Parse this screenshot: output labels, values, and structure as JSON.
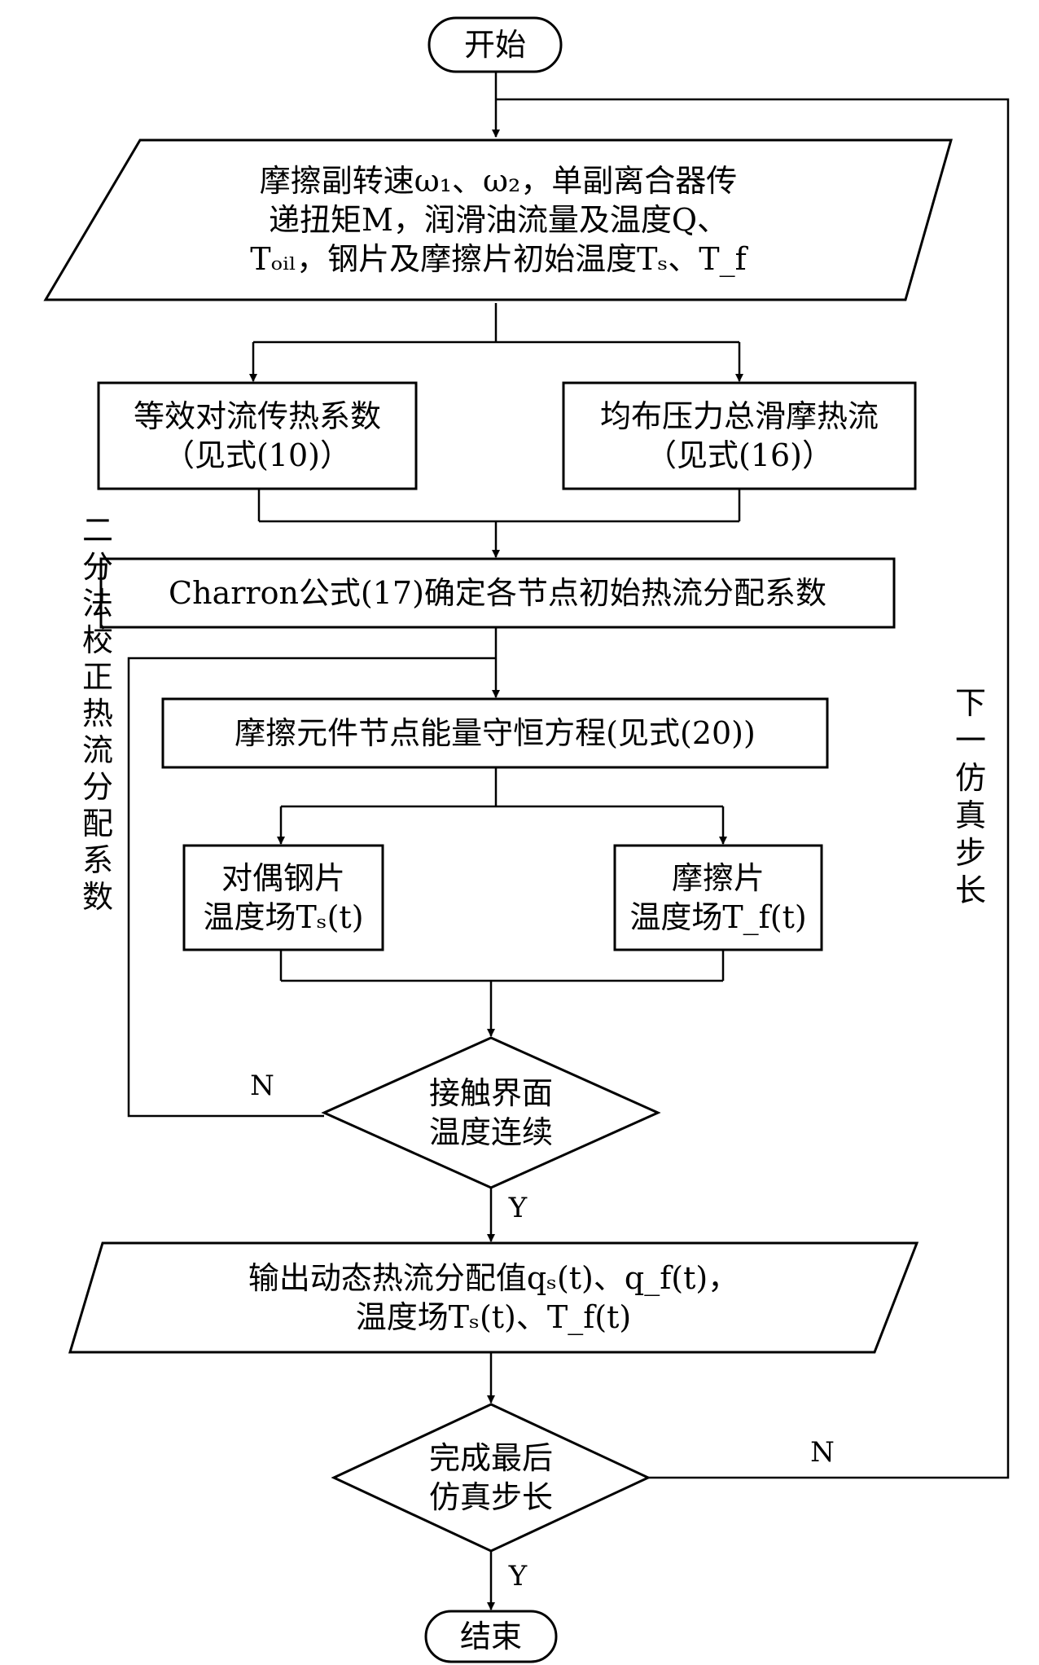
{
  "nodes": {
    "start": {
      "lines": [
        "开始"
      ]
    },
    "input": {
      "lines": [
        "摩擦副转速ω₁、ω₂，单副离合器传",
        "递扭矩M，润滑油流量及温度Q、",
        "Tₒᵢₗ，钢片及摩擦片初始温度Tₛ、T_f"
      ]
    },
    "conv": {
      "lines": [
        "等效对流传热系数",
        "（见式(10)）"
      ]
    },
    "flux": {
      "lines": [
        "均布压力总滑摩热流",
        "（见式(16)）"
      ]
    },
    "charron": {
      "lines": [
        "Charron公式(17)确定各节点初始热流分配系数"
      ]
    },
    "energy": {
      "lines": [
        "摩擦元件节点能量守恒方程(见式(20))"
      ]
    },
    "steel": {
      "lines": [
        "对偶钢片",
        "温度场Tₛ(t)"
      ]
    },
    "friction": {
      "lines": [
        "摩擦片",
        "温度场T_f(t)"
      ]
    },
    "contact": {
      "lines": [
        "接触界面",
        "温度连续"
      ]
    },
    "output": {
      "lines": [
        "输出动态热流分配值qₛ(t)、q_f(t)，",
        "温度场Tₛ(t)、T_f(t)"
      ]
    },
    "laststep": {
      "lines": [
        "完成最后",
        "仿真步长"
      ]
    },
    "end": {
      "lines": [
        "结束"
      ]
    }
  },
  "edge_labels": {
    "contact_no": "N",
    "contact_yes": "Y",
    "laststep_no": "N",
    "laststep_yes": "Y",
    "bisection_loop": "二分法校正热流分配系数",
    "next_step_loop": "下一仿真步长"
  }
}
